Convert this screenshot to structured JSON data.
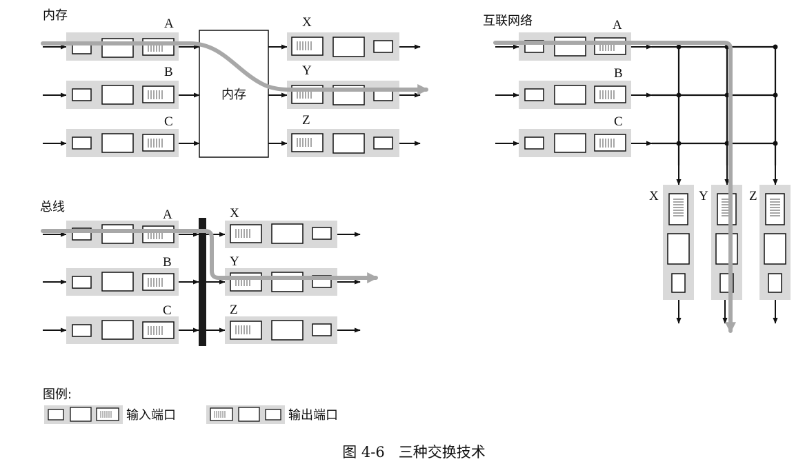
{
  "panels": {
    "memory": {
      "title": "内存",
      "center_label": "内存",
      "input_ports": [
        "A",
        "B",
        "C"
      ],
      "output_ports": [
        "X",
        "Y",
        "Z"
      ]
    },
    "crossbar": {
      "title": "互联网络",
      "input_ports": [
        "A",
        "B",
        "C"
      ],
      "output_ports": [
        "X",
        "Y",
        "Z"
      ]
    },
    "bus": {
      "title": "总线",
      "input_ports": [
        "A",
        "B",
        "C"
      ],
      "output_ports": [
        "X",
        "Y",
        "Z"
      ]
    }
  },
  "legend": {
    "title": "图例:",
    "input_label": "输入端口",
    "output_label": "输出端口"
  },
  "caption": "图 4-6   三种交换技术",
  "colors": {
    "port_bg": "#d9d9d9",
    "path": "#a8a8a8",
    "line": "#111111",
    "bus_bar": "#1a1a1a"
  }
}
